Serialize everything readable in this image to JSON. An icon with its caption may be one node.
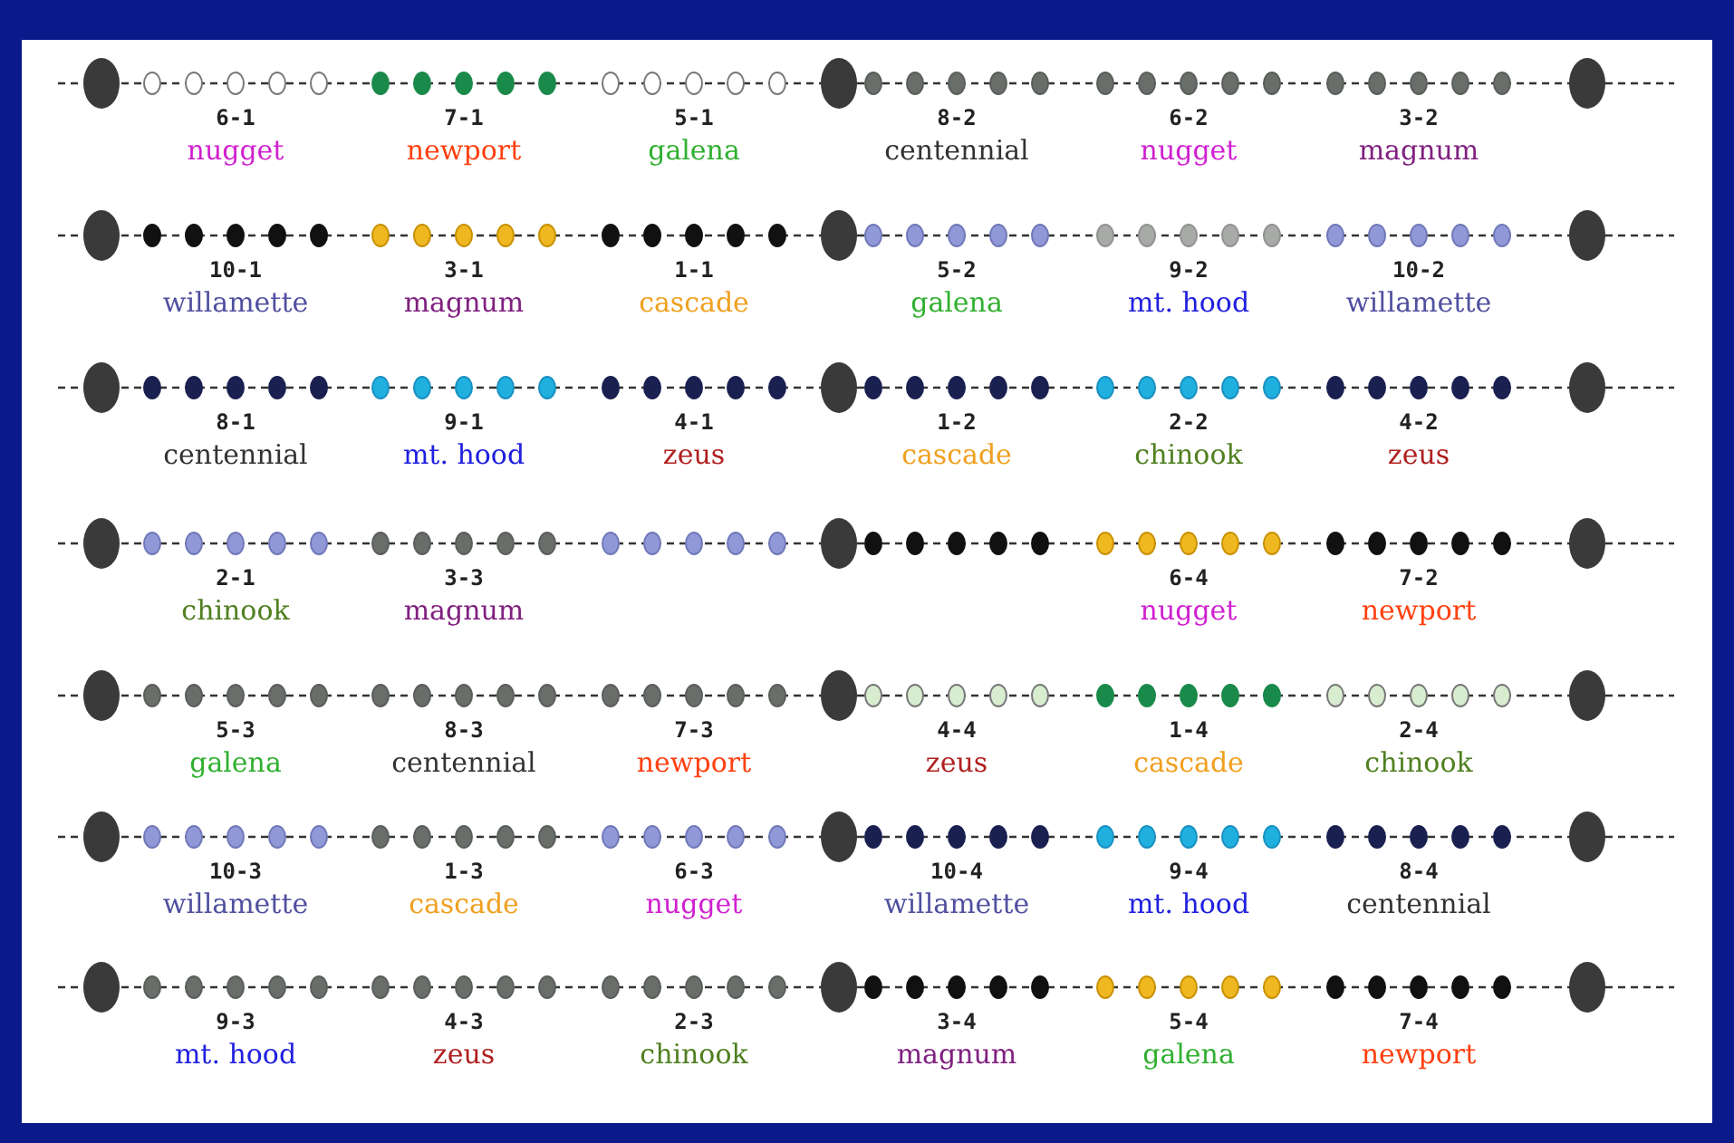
{
  "diagram": {
    "labels": [
      "6-1",
      "nugget",
      "7-1",
      "newport",
      "5-1",
      "galena",
      "8-2",
      "centennial",
      "6-2",
      "nugget",
      "3-2",
      "magnum",
      "10-1",
      "willamette",
      "3-1",
      "magnum",
      "1-1",
      "cascade",
      "5-2",
      "galena",
      "9-2",
      "mt. hood",
      "10-2",
      "willamette",
      "8-1",
      "centennial",
      "9-1",
      "mt. hood",
      "4-1",
      "zeus",
      "1-2",
      "cascade",
      "2-2",
      "chinook",
      "4-2",
      "zeus",
      "2-1",
      "chinook",
      "3-3",
      "magnum",
      "6-4",
      "nugget",
      "7-2",
      "newport",
      "5-3",
      "galena",
      "8-3",
      "centennial",
      "7-3",
      "newport",
      "4-4",
      "zeus",
      "1-4",
      "cascade",
      "2-4",
      "chinook",
      "10-3",
      "willamette",
      "1-3",
      "cascade",
      "6-3",
      "nugget",
      "10-4",
      "willamette",
      "9-4",
      "mt. hood",
      "8-4",
      "centennial",
      "9-3",
      "mt. hood",
      "4-3",
      "zeus",
      "2-3",
      "chinook",
      "3-4",
      "magnum",
      "5-4",
      "galena",
      "7-4",
      "newport"
    ]
  }
}
